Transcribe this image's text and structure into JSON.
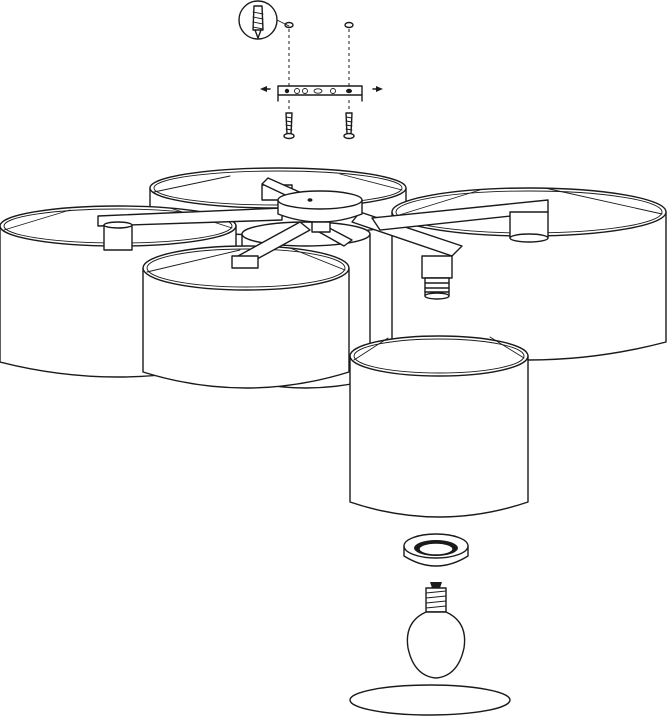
{
  "diagram": {
    "kind": "exploded-assembly",
    "parts": [
      {
        "id": "wall-plug-detail",
        "icon": "wall-plug-icon"
      },
      {
        "id": "ceiling-screws",
        "icon": "screw-icon"
      },
      {
        "id": "mounting-bracket",
        "icon": "bracket-icon"
      },
      {
        "id": "canopy",
        "icon": "canopy-icon"
      },
      {
        "id": "arms",
        "icon": "arm-icon"
      },
      {
        "id": "lamp-shades",
        "icon": "drum-shade-icon",
        "count": 5
      },
      {
        "id": "shade-ring",
        "icon": "ring-icon"
      },
      {
        "id": "bulb",
        "icon": "bulb-icon"
      },
      {
        "id": "diffuser-plate",
        "icon": "disc-icon"
      }
    ]
  }
}
